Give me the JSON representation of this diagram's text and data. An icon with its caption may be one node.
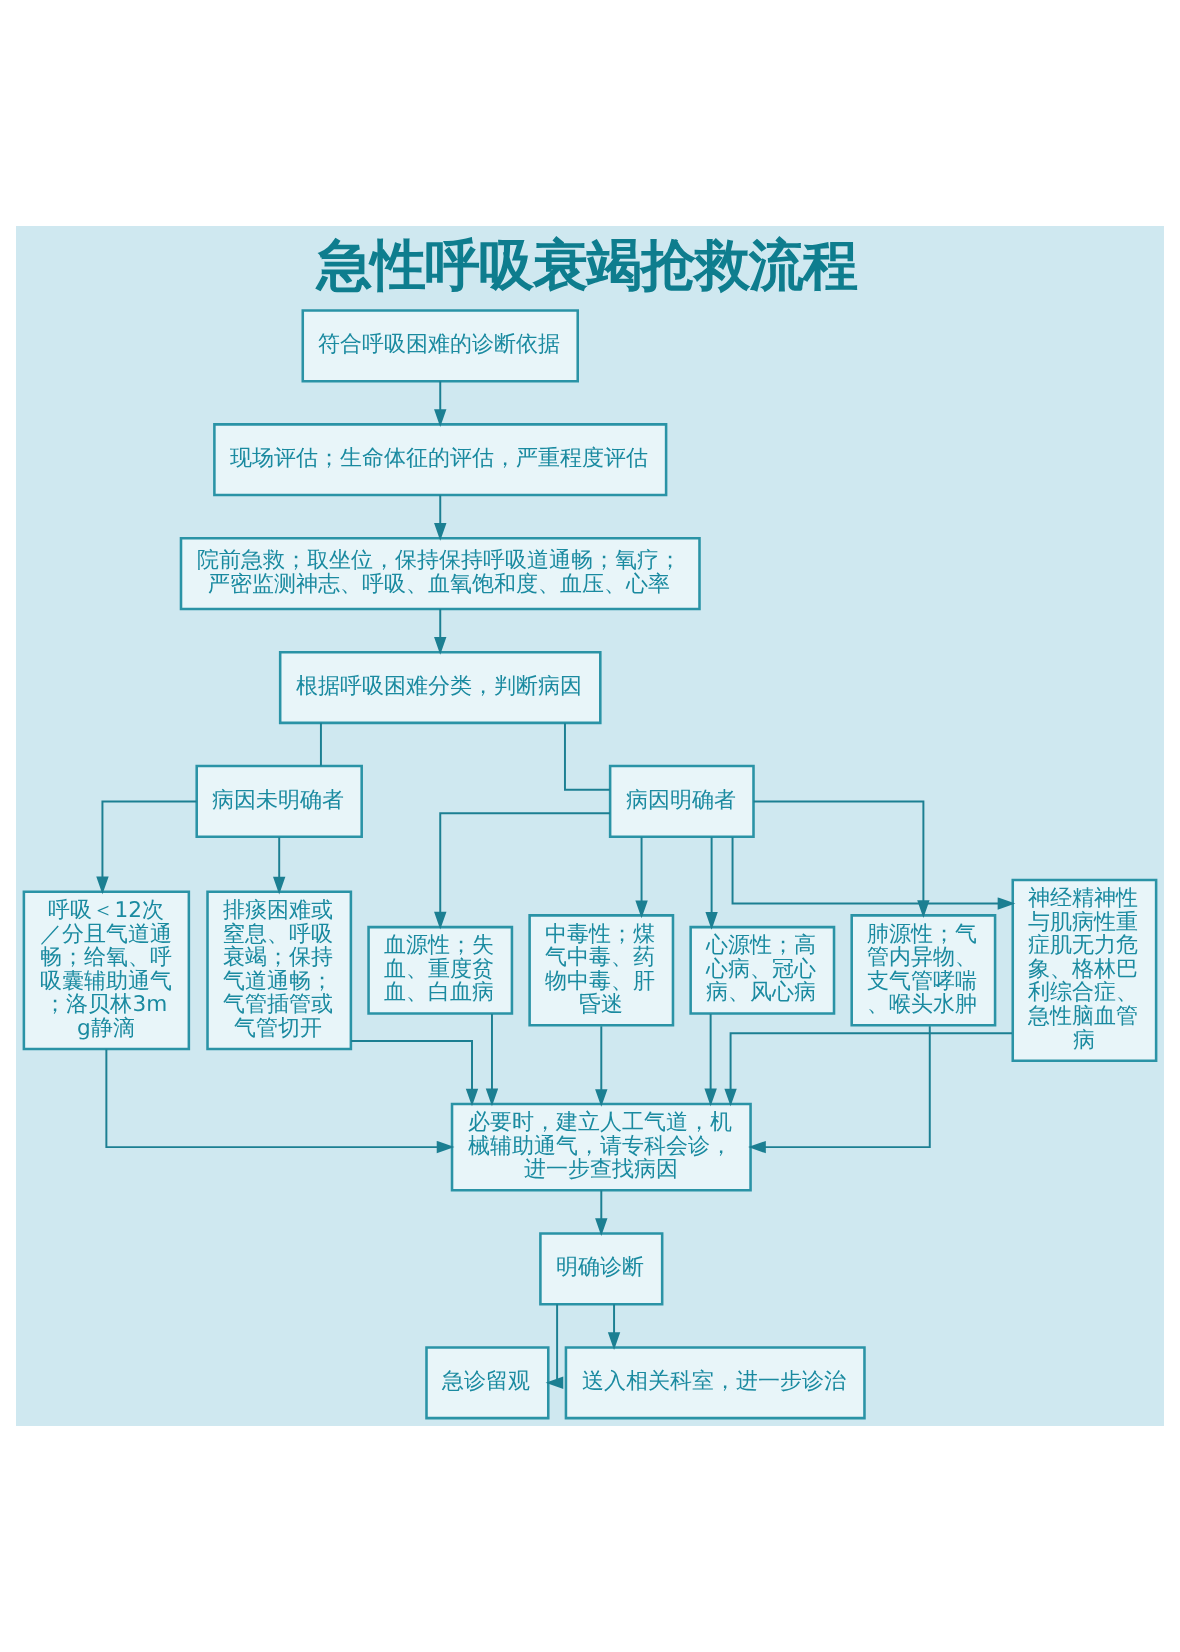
{
  "diagram": {
    "title": "急性呼吸衰竭抢救流程",
    "nodes": [
      {
        "text": [
          "符合呼吸困难的诊断依据"
        ]
      },
      {
        "text": [
          "现场评估；生命体征的评估，严重程度评估"
        ]
      },
      {
        "text": [
          "院前急救；取坐位，保持保持呼吸道通畅；氧疗；严密监测神志、呼吸、血氧饱和度、血压、心率"
        ]
      },
      {
        "text": [
          "根据呼吸困难分类，判断病因"
        ]
      },
      {
        "text": [
          "病因未明确者"
        ]
      },
      {
        "text": [
          "病因明确者"
        ]
      },
      {
        "text": [
          "呼吸＜12次／分且气道通畅；给氧、呼吸囊辅助通气；洛贝林3mg静滴"
        ]
      },
      {
        "text": [
          "排痰困难或窒息、呼吸衰竭；保持气道通畅；气管插管或气管切开"
        ]
      },
      {
        "text": [
          "血源性；失血、重度贫血、白血病"
        ]
      },
      {
        "text": [
          "中毒性；煤气中毒、药物中毒、肝昏迷"
        ]
      },
      {
        "text": [
          "心源性；高心病、冠心病、风心病"
        ]
      },
      {
        "text": [
          "肺源性；气管内异物、支气管哮喘、喉头水肿"
        ]
      },
      {
        "text": [
          "神经精神性与肌病性重症肌无力危象、格林巴利综合症、急性脑血管病"
        ]
      },
      {
        "text": [
          "必要时，建立人工气道，机械辅助通气，请专科会诊，进一步查找病因"
        ]
      },
      {
        "text": [
          "明确诊断"
        ]
      },
      {
        "text": [
          "急诊留观"
        ]
      },
      {
        "text": [
          "送入相关科室，进一步诊治"
        ]
      }
    ],
    "edges": [
      {
        "from": 0,
        "to": 1,
        "arrow": "to"
      },
      {
        "from": 1,
        "to": 2,
        "arrow": "to"
      },
      {
        "from": 2,
        "to": 3,
        "arrow": "to"
      },
      {
        "from": 3,
        "to": 4,
        "arrow": "none"
      },
      {
        "from": 3,
        "to": 5,
        "arrow": "none"
      },
      {
        "from": 4,
        "to": 6,
        "arrow": "to"
      },
      {
        "from": 4,
        "to": 7,
        "arrow": "to"
      },
      {
        "from": 5,
        "to": 8,
        "arrow": "to"
      },
      {
        "from": 5,
        "to": 9,
        "arrow": "to"
      },
      {
        "from": 5,
        "to": 10,
        "arrow": "to"
      },
      {
        "from": 5,
        "to": 11,
        "arrow": "to"
      },
      {
        "from": 5,
        "to": 12,
        "arrow": "to"
      },
      {
        "from": 6,
        "to": 13,
        "arrow": "to"
      },
      {
        "from": 7,
        "to": 13,
        "arrow": "to"
      },
      {
        "from": 8,
        "to": 13,
        "arrow": "to"
      },
      {
        "from": 9,
        "to": 13,
        "arrow": "to"
      },
      {
        "from": 10,
        "to": 13,
        "arrow": "to"
      },
      {
        "from": 11,
        "to": 13,
        "arrow": "to"
      },
      {
        "from": 12,
        "to": 13,
        "arrow": "to"
      },
      {
        "from": 13,
        "to": 14,
        "arrow": "to"
      },
      {
        "from": 14,
        "to": 15,
        "arrow": "to"
      },
      {
        "from": 14,
        "to": 16,
        "arrow": "to"
      }
    ]
  }
}
